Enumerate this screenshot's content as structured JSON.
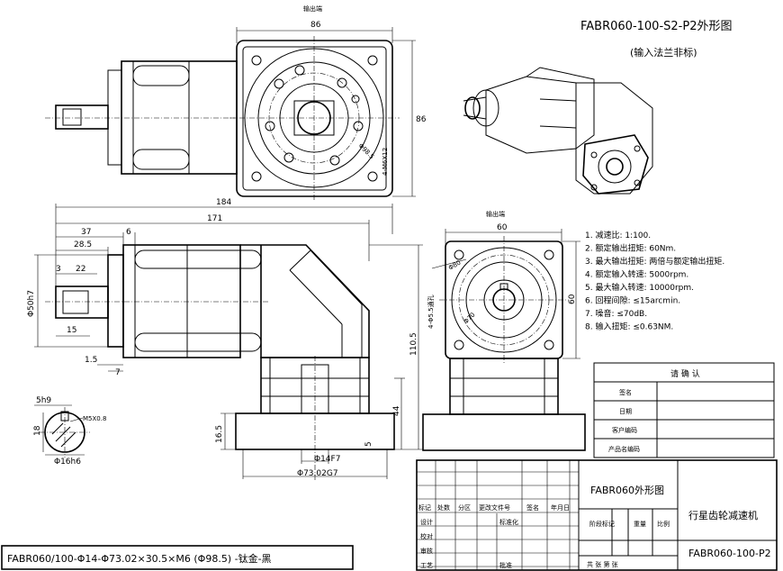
{
  "drawing": {
    "title_main": "FABR060-100-S2-P2外形图",
    "title_sub": "(输入法兰非标)",
    "output_end_label": "输出端",
    "input_end_label": "输出端",
    "bottom_caption": "FABR060/100-Φ14-Φ73.02×30.5×M6 (Φ98.5) -钛金-黑"
  },
  "dimensions": {
    "top_width": "86",
    "top_height": "86",
    "holes": "4-M6X12",
    "pcd_top": "Φ98.5",
    "total_length": "184",
    "l_171": "171",
    "l_37": "37",
    "l_6": "6",
    "l_28_5": "28.5",
    "l_22": "22",
    "l_3": "3",
    "shaft_dia": "Φ50h7",
    "l_15": "15",
    "l_1_5": "1.5",
    "l_7": "7",
    "right_width": "60",
    "pcd_80": "Φ80",
    "pcd_70": "Φ70",
    "holes_right": "4-Φ5.5通孔",
    "h_110_5": "110.5",
    "h_44": "44",
    "h_16_5": "16.5",
    "h_5": "5",
    "bore": "Φ14F7",
    "flange_dia": "Φ73.02G7",
    "key_w": "5h9",
    "key_h": "18",
    "key_thread": "M5X0.8",
    "shaft_small": "Φ16h6"
  },
  "specs": [
    "1. 减速比: 1:100.",
    "2. 额定输出扭矩: 60Nm.",
    "3. 最大输出扭矩: 两倍与额定输出扭矩.",
    "4. 额定输入转速: 5000rpm.",
    "5. 最大输入转速: 10000rpm.",
    "6. 回程间隙: ≤15arcmin.",
    "7. 噪音: ≤70dB.",
    "8. 输入扭矩: ≤0.63NM."
  ],
  "confirm_table": {
    "header": "请 确 认",
    "rows": [
      "签名",
      "日期",
      "客户编码",
      "产品名编码"
    ]
  },
  "title_block": {
    "drawing_name": "FABR060外形图",
    "product_name": "行星齿轮减速机",
    "part_no": "FABR060-100-P2",
    "rev_headers": [
      "标记",
      "处数",
      "分区",
      "更改文件号",
      "签名",
      "年月日"
    ],
    "row_labels": [
      "设计",
      "校对",
      "审核",
      "工艺"
    ],
    "std": "标准化",
    "approve": "批准",
    "stage": "阶段标记",
    "weight": "重量",
    "scale": "比例",
    "sheets": "共  张  第  张"
  }
}
